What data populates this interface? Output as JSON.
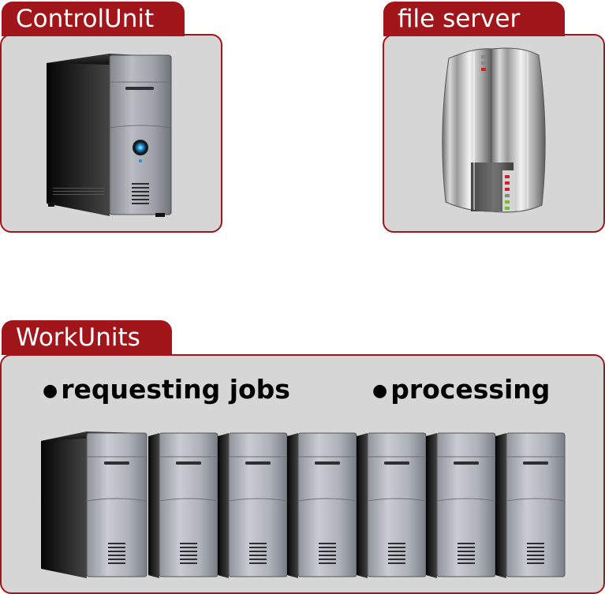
{
  "control_unit": {
    "label": "ControlUnit"
  },
  "file_server": {
    "label": "file server"
  },
  "work_units": {
    "label": "WorkUnits",
    "bullets": [
      "requesting jobs",
      "processing"
    ],
    "tower_count": 7
  },
  "colors": {
    "accent": "#a0161b",
    "panel_bg": "#d6d6d6"
  }
}
